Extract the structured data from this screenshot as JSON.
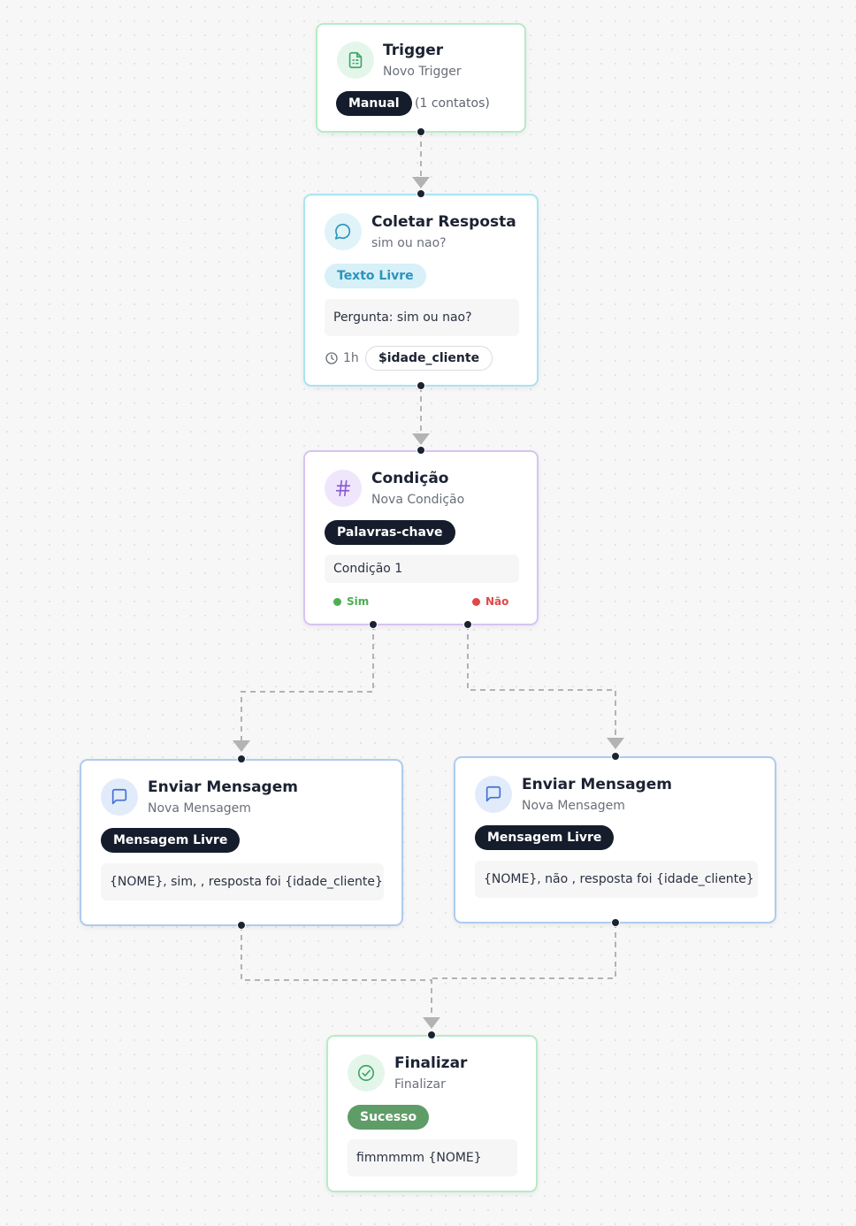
{
  "colors": {
    "edge": "#b3b3b3",
    "handle": "#1b2232",
    "sim": "#4caf50",
    "nao": "#e04848"
  },
  "trigger": {
    "icon": "document-icon",
    "title": "Trigger",
    "subtitle": "Novo Trigger",
    "badge": "Manual",
    "contacts": "(1 contatos)"
  },
  "collect": {
    "icon": "chat-bubble-icon",
    "title": "Coletar Resposta",
    "subtitle": "sim ou nao?",
    "badge": "Texto Livre",
    "question": "Pergunta: sim ou nao?",
    "timeout": "1h",
    "variable": "$idade_cliente"
  },
  "condition": {
    "icon": "hash-icon",
    "title": "Condição",
    "subtitle": "Nova Condição",
    "badge": "Palavras-chave",
    "condition_label": "Condição 1",
    "yes_label": "Sim",
    "no_label": "Não"
  },
  "message_yes": {
    "icon": "message-square-icon",
    "title": "Enviar Mensagem",
    "subtitle": "Nova Mensagem",
    "badge": "Mensagem Livre",
    "text": "{NOME}, sim, , resposta foi {idade_cliente}"
  },
  "message_no": {
    "icon": "message-square-icon",
    "title": "Enviar Mensagem",
    "subtitle": "Nova Mensagem",
    "badge": "Mensagem Livre",
    "text": "{NOME}, não , resposta foi {idade_cliente}"
  },
  "finalize": {
    "icon": "check-circle-icon",
    "title": "Finalizar",
    "subtitle": "Finalizar",
    "badge": "Sucesso",
    "text": "fimmmmm {NOME}"
  }
}
